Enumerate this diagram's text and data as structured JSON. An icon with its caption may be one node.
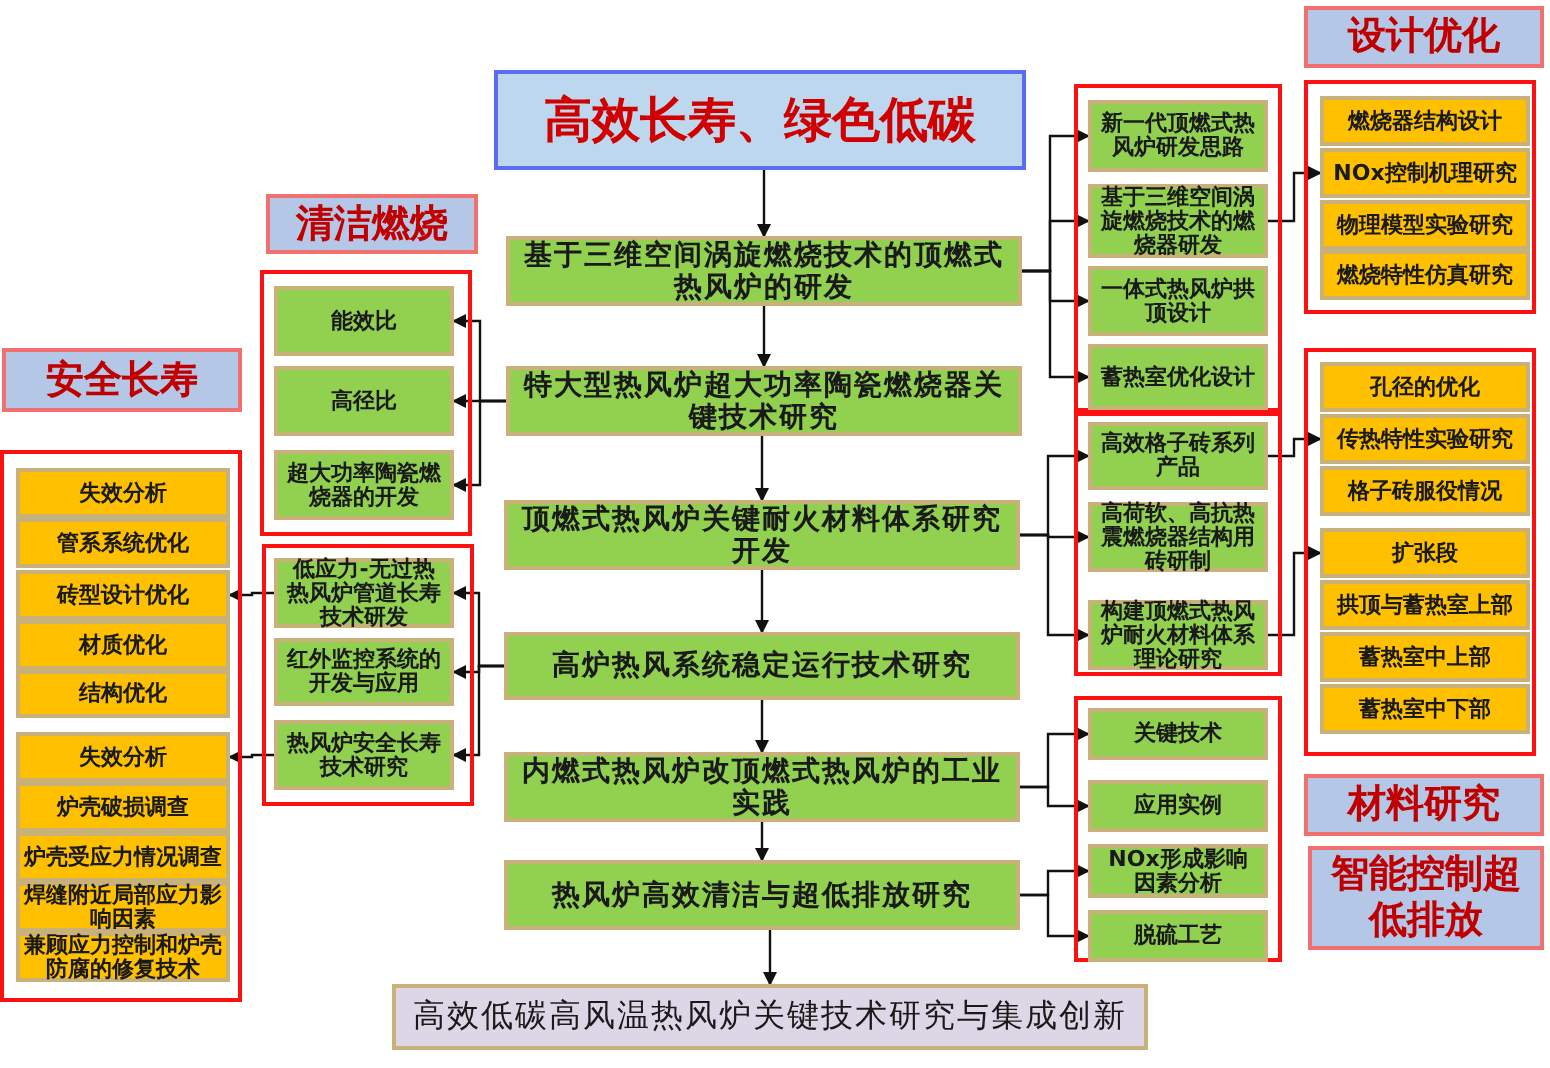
{
  "diagram": {
    "nodes": [
      {
        "text": [
          "高效长寿、绿色低碳"
        ]
      },
      {
        "text": [
          "基于三维空间涡旋燃烧技术的顶燃式热风炉的研发"
        ]
      },
      {
        "text": [
          "特大型热风炉超大功率陶瓷燃烧器关键技术研究"
        ]
      },
      {
        "text": [
          "顶燃式热风炉关键耐火材料体系研究开发"
        ]
      },
      {
        "text": [
          "高炉热风系统稳定运行技术研究"
        ]
      },
      {
        "text": [
          "内燃式热风炉改顶燃式热风炉的工业实践"
        ]
      },
      {
        "text": [
          "热风炉高效清洁与超低排放研究"
        ]
      },
      {
        "text": [
          "高效低碳高风温热风炉关键技术研究与集成创新"
        ]
      },
      {
        "text": [
          "清洁燃烧"
        ]
      },
      {
        "text": [],
        "shape": "box"
      },
      {
        "text": [
          "能效比"
        ],
        "in": 9
      },
      {
        "text": [
          "高径比"
        ],
        "in": 9
      },
      {
        "text": [
          "超大功率陶瓷燃烧器的开发"
        ],
        "in": 9
      },
      {
        "text": [],
        "shape": "box"
      },
      {
        "text": [
          "低应力-无过热热风炉管道长寿技术研发"
        ],
        "in": 13
      },
      {
        "text": [
          "红外监控系统的开发与应用"
        ],
        "in": 13
      },
      {
        "text": [
          "热风炉安全长寿技术研究"
        ],
        "in": 13
      },
      {
        "text": [
          "安全长寿"
        ]
      },
      {
        "text": [],
        "shape": "box"
      },
      {
        "text": [
          "失效分析"
        ],
        "in": 18
      },
      {
        "text": [
          "管系系统优化"
        ],
        "in": 18
      },
      {
        "text": [
          "砖型设计优化"
        ],
        "in": 18
      },
      {
        "text": [
          "材质优化"
        ],
        "in": 18
      },
      {
        "text": [
          "结构优化"
        ],
        "in": 18
      },
      {
        "text": [
          "失效分析"
        ],
        "in": 18
      },
      {
        "text": [
          "炉壳破损调查"
        ],
        "in": 18
      },
      {
        "text": [
          "炉壳受应力情况调查"
        ],
        "in": 18
      },
      {
        "text": [
          "焊缝附近局部应力影响因素"
        ],
        "in": 18
      },
      {
        "text": [
          "兼顾应力控制和炉壳防腐的修复技术"
        ],
        "in": 18
      },
      {
        "text": [],
        "shape": "box"
      },
      {
        "text": [
          "新一代顶燃式热风炉研发思路"
        ],
        "in": 29
      },
      {
        "text": [
          "基于三维空间涡旋燃烧技术的燃烧器研发"
        ],
        "in": 29
      },
      {
        "text": [
          "一体式热风炉拱顶设计"
        ],
        "in": 29
      },
      {
        "text": [
          "蓄热室优化设计"
        ],
        "in": 29
      },
      {
        "text": [],
        "shape": "box"
      },
      {
        "text": [
          "高效格子砖系列产品"
        ],
        "in": 34
      },
      {
        "text": [
          "高荷软、高抗热震燃烧器结构用砖研制"
        ],
        "in": 34
      },
      {
        "text": [
          "构建顶燃式热风炉耐火材料体系理论研究"
        ],
        "in": 34
      },
      {
        "text": [],
        "shape": "box"
      },
      {
        "text": [
          "关键技术"
        ],
        "in": 38
      },
      {
        "text": [
          "应用实例"
        ],
        "in": 38
      },
      {
        "text": [
          "NOx形成影响因素分析"
        ],
        "in": 38
      },
      {
        "text": [
          "脱硫工艺"
        ],
        "in": 38
      },
      {
        "text": [
          "设计优化"
        ]
      },
      {
        "text": [],
        "shape": "box"
      },
      {
        "text": [
          "燃烧器结构设计"
        ],
        "in": 44
      },
      {
        "text": [
          "NOx控制机理研究"
        ],
        "in": 44
      },
      {
        "text": [
          "物理模型实验研究"
        ],
        "in": 44
      },
      {
        "text": [
          "燃烧特性仿真研究"
        ],
        "in": 44
      },
      {
        "text": [],
        "shape": "box"
      },
      {
        "text": [
          "孔径的优化"
        ],
        "in": 49
      },
      {
        "text": [
          "传热特性实验研究"
        ],
        "in": 49
      },
      {
        "text": [
          "格子砖服役情况"
        ],
        "in": 49
      },
      {
        "text": [
          "扩张段"
        ],
        "in": 49
      },
      {
        "text": [
          "拱顶与蓄热室上部"
        ],
        "in": 49
      },
      {
        "text": [
          "蓄热室中上部"
        ],
        "in": 49
      },
      {
        "text": [
          "蓄热室中下部"
        ],
        "in": 49
      },
      {
        "text": [
          "材料研究"
        ]
      },
      {
        "text": [
          "智能控制超低排放"
        ]
      }
    ],
    "edges": [
      {
        "from": 0,
        "to": 1,
        "arrow": "to"
      },
      {
        "from": 1,
        "to": 2,
        "arrow": "to"
      },
      {
        "from": 2,
        "to": 3,
        "arrow": "to"
      },
      {
        "from": 3,
        "to": 4,
        "arrow": "to"
      },
      {
        "from": 4,
        "to": 5,
        "arrow": "to"
      },
      {
        "from": 5,
        "to": 6,
        "arrow": "to"
      },
      {
        "from": 6,
        "to": 7,
        "arrow": "to"
      },
      {
        "from": 1,
        "to": 30,
        "arrow": "to"
      },
      {
        "from": 1,
        "to": 31,
        "arrow": "to"
      },
      {
        "from": 1,
        "to": 32,
        "arrow": "to"
      },
      {
        "from": 1,
        "to": 33,
        "arrow": "to"
      },
      {
        "from": 2,
        "to": 10,
        "arrow": "to"
      },
      {
        "from": 2,
        "to": 11,
        "arrow": "to"
      },
      {
        "from": 2,
        "to": 12,
        "arrow": "to"
      },
      {
        "from": 3,
        "to": 35,
        "arrow": "to"
      },
      {
        "from": 3,
        "to": 36,
        "arrow": "to"
      },
      {
        "from": 3,
        "to": 37,
        "arrow": "to"
      },
      {
        "from": 4,
        "to": 14,
        "arrow": "to"
      },
      {
        "from": 4,
        "to": 15,
        "arrow": "to"
      },
      {
        "from": 4,
        "to": 16,
        "arrow": "to"
      },
      {
        "from": 5,
        "to": 39,
        "arrow": "to"
      },
      {
        "from": 5,
        "to": 40,
        "arrow": "to"
      },
      {
        "from": 6,
        "to": 41,
        "arrow": "to"
      },
      {
        "from": 6,
        "to": 42,
        "arrow": "to"
      },
      {
        "from": 31,
        "to": 46,
        "arrow": "to"
      },
      {
        "from": 35,
        "to": 51,
        "arrow": "to"
      },
      {
        "from": 37,
        "to": 53,
        "arrow": "to"
      },
      {
        "from": 14,
        "to": 21,
        "arrow": "to"
      },
      {
        "from": 16,
        "to": 24,
        "arrow": "to"
      }
    ]
  }
}
